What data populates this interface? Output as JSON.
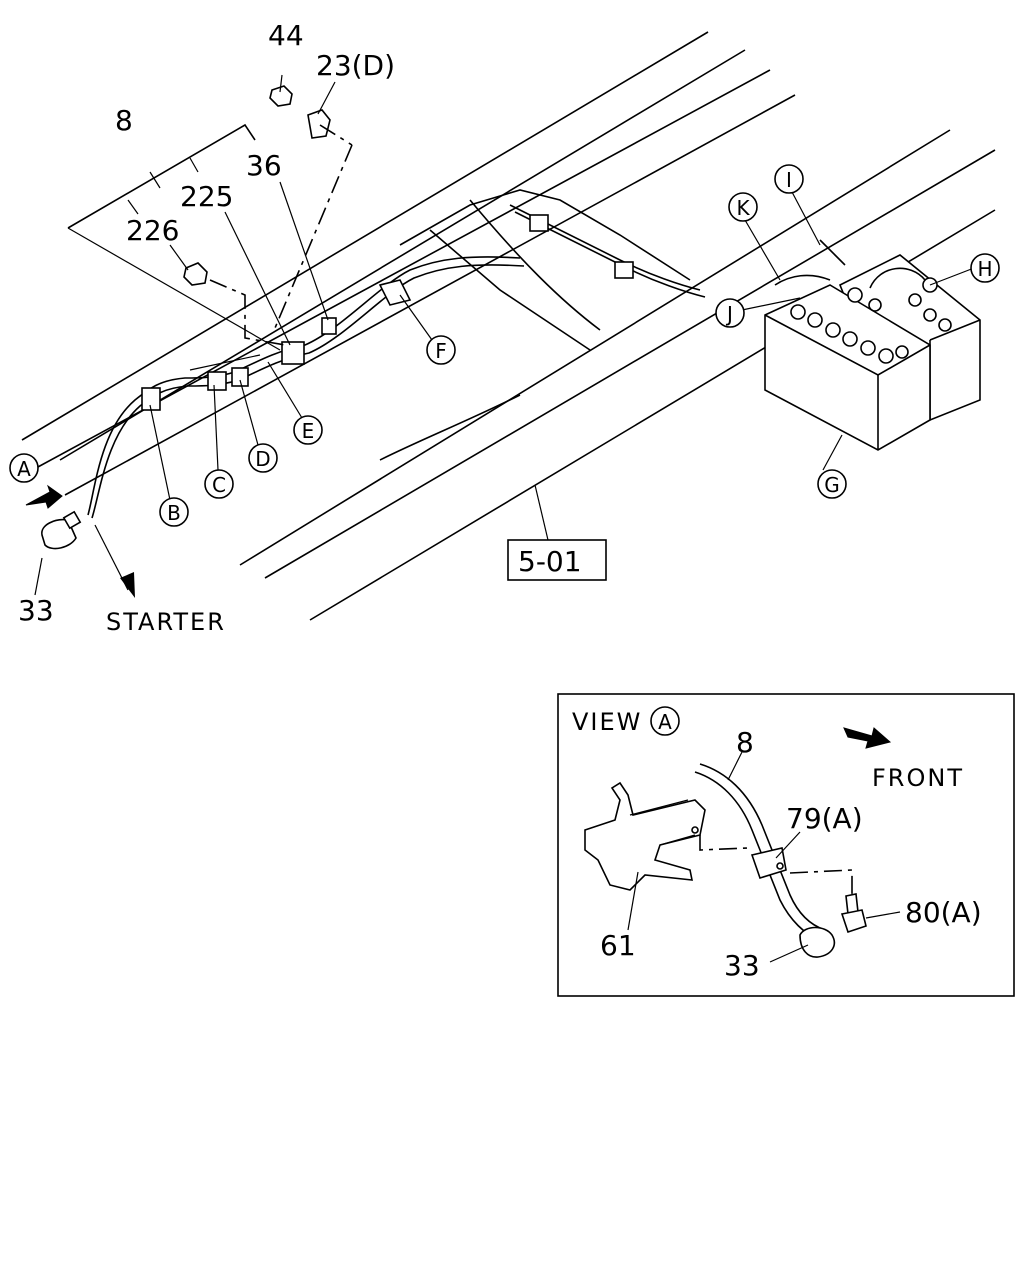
{
  "callouts": {
    "n44": "44",
    "n23d": "23(D)",
    "n8": "8",
    "n36": "36",
    "n225": "225",
    "n226": "226",
    "n33": "33",
    "starter": "STARTER",
    "ref_501": "5-01"
  },
  "circle_labels": {
    "A": "A",
    "B": "B",
    "C": "C",
    "D": "D",
    "E": "E",
    "F": "F",
    "G": "G",
    "H": "H",
    "I": "I",
    "J": "J",
    "K": "K"
  },
  "view_a": {
    "title": "VIEW",
    "title_circle": "A",
    "front": "FRONT",
    "n8": "8",
    "n79a": "79(A)",
    "n80a": "80(A)",
    "n61": "61",
    "n33": "33"
  }
}
